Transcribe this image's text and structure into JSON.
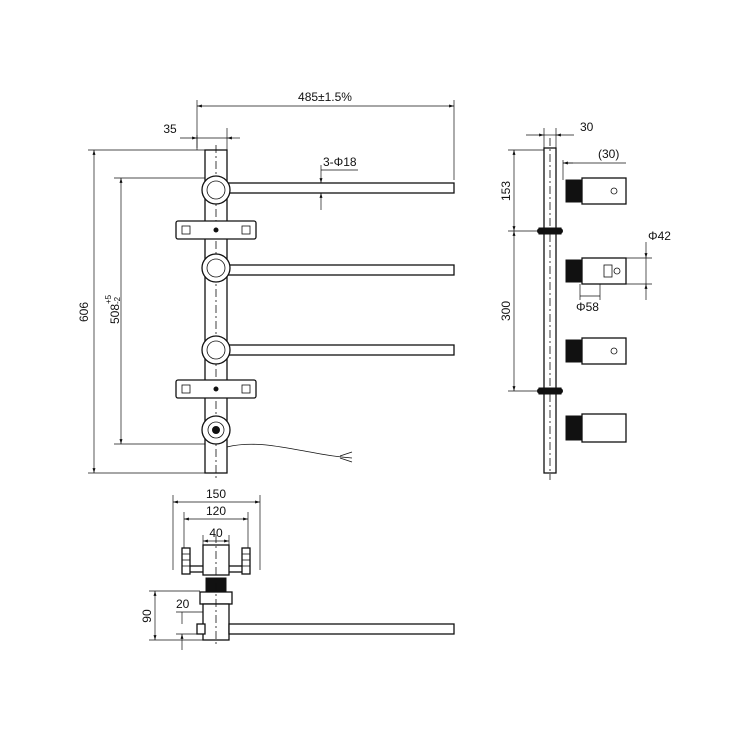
{
  "front_view": {
    "overall_width": "485±1.5%",
    "pipe_width": "35",
    "bar_callout": "3-Φ18",
    "overall_height": "606",
    "centres_base": "508",
    "centres_tol_upper": "+5",
    "centres_tol_lower": "-2"
  },
  "side_view": {
    "top_width": "30",
    "ref_width": "(30)",
    "top_offset": "153",
    "bracket_spacing": "300",
    "dia_small": "Φ42",
    "dia_large": "Φ58"
  },
  "bottom_view": {
    "overall_width": "150",
    "bracket_width": "120",
    "center_width": "40",
    "depth": "90",
    "offset": "20"
  }
}
